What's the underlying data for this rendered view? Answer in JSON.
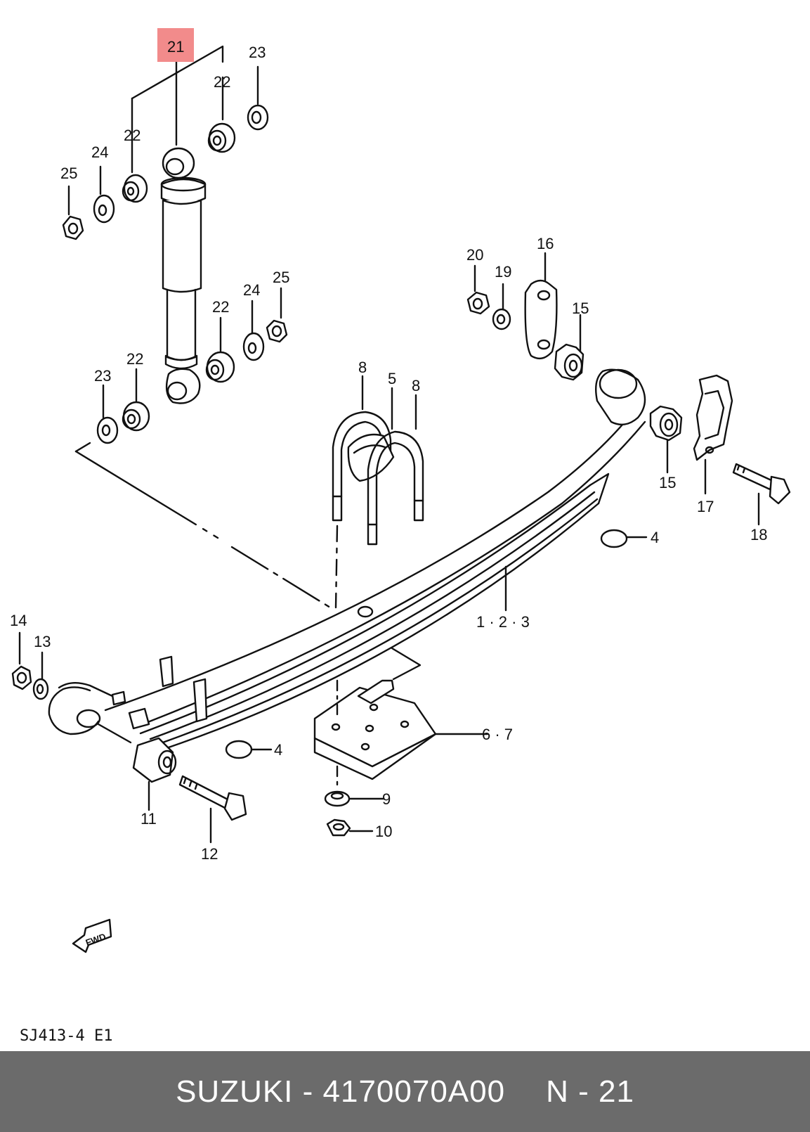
{
  "highlight_color": "#f28b8b",
  "footer_bg": "#6b6b6b",
  "callouts": {
    "c21": "21",
    "c23a": "23",
    "c22a": "22",
    "c22b": "22",
    "c24a": "24",
    "c25a": "25",
    "c22c": "22",
    "c24b": "24",
    "c25b": "25",
    "c22d": "22",
    "c23b": "23",
    "c20": "20",
    "c19": "19",
    "c16": "16",
    "c15a": "15",
    "c15b": "15",
    "c17": "17",
    "c18": "18",
    "c4a": "4",
    "c4b": "4",
    "c8a": "8",
    "c5": "5",
    "c8b": "8",
    "c123": "1 · 2 · 3",
    "c67": "6 · 7",
    "c9": "9",
    "c10": "10",
    "c11": "11",
    "c12": "12",
    "c13": "13",
    "c14": "14"
  },
  "fwd_label": "FWD",
  "diagram_code": "SJ413-4 E1",
  "footer": {
    "brand_part": "SUZUKI - 4170070A00",
    "position": "N - 21"
  }
}
